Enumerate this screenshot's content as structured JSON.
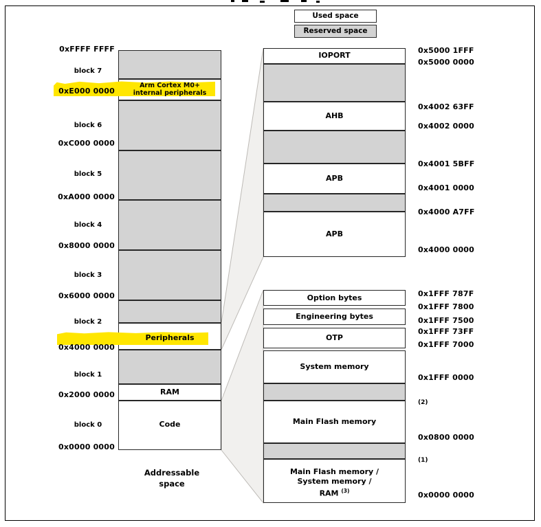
{
  "figure": {
    "legend": {
      "used": "Used space",
      "reserved": "Reserved space"
    },
    "colors": {
      "reserved_fill": "#d3d3d3",
      "used_fill": "#ffffff",
      "highlight_yellow": "#ffe600",
      "fan_fill": "#f1f0ee",
      "border": "#262626"
    },
    "addressable_space": {
      "caption_line1": "Addressable",
      "caption_line2": "space",
      "addresses": [
        "0xFFFF FFFF",
        "0xE000 0000",
        "0xC000 0000",
        "0xA000 0000",
        "0x8000 0000",
        "0x6000 0000",
        "0x4000 0000",
        "0x2000 0000",
        "0x0000 0000"
      ],
      "blocks": [
        "block 7",
        "block 6",
        "block 5",
        "block 4",
        "block 3",
        "block 2",
        "block 1",
        "block 0"
      ],
      "cortex_line1": "Arm Cortex M0+",
      "cortex_line2": "internal peripherals",
      "peripherals": "Peripherals",
      "ram": "RAM",
      "code": "Code"
    },
    "peripheral_detail": {
      "ioport": "IOPORT",
      "ahb": "AHB",
      "apb1": "APB",
      "apb2": "APB",
      "addresses": [
        "0x5000 1FFF",
        "0x5000 0000",
        "0x4002 63FF",
        "0x4002 0000",
        "0x4001 5BFF",
        "0x4001 0000",
        "0x4000 A7FF",
        "0x4000 0000"
      ]
    },
    "memory_detail": {
      "option_bytes": "Option bytes",
      "engineering_bytes": "Engineering bytes",
      "otp": "OTP",
      "system_memory": "System memory",
      "main_flash": "Main Flash memory",
      "combo_line1": "Main Flash memory /",
      "combo_line2": "System memory /",
      "combo_line3": "RAM",
      "combo_sup": "(3)",
      "note_2": "(2)",
      "note_1": "(1)",
      "addresses": [
        "0x1FFF 787F",
        "0x1FFF 7800",
        "0x1FFF 7500",
        "0x1FFF 73FF",
        "0x1FFF 7000",
        "0x1FFF 0000",
        "0x0800 0000",
        "0x0000 0000"
      ]
    }
  }
}
